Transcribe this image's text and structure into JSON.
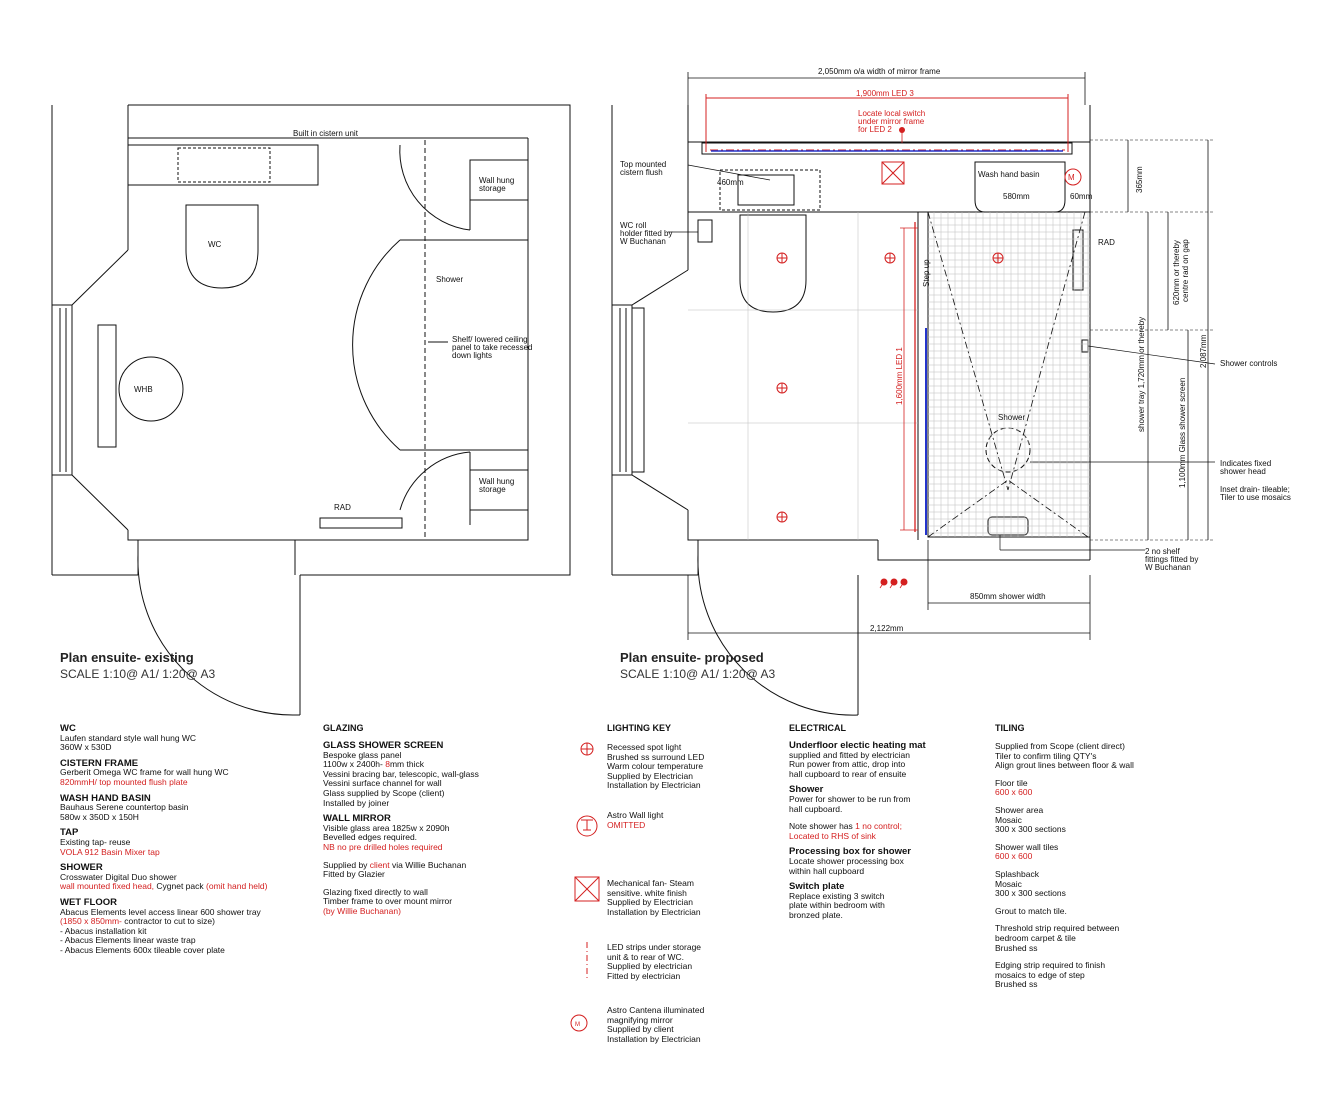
{
  "existing": {
    "title": "Plan ensuite- existing",
    "scale": "SCALE 1:10@ A1/ 1:20@ A3",
    "labels": {
      "cistern": "Built in cistern unit",
      "wc": "WC",
      "whb": "WHB",
      "wall_storage_top_1": "Wall hung",
      "wall_storage_top_2": "storage",
      "shower": "Shower",
      "shelf_1": "Shelf/ lowered ceiling",
      "shelf_2": "panel to take recessed",
      "shelf_3": "down lights",
      "wall_storage_bot_1": "Wall hung",
      "wall_storage_bot_2": "storage",
      "rad": "RAD"
    }
  },
  "proposed": {
    "title": "Plan ensuite- proposed",
    "scale": "SCALE 1:10@ A1/ 1:20@ A3",
    "labels": {
      "mirror_width": "2,050mm o/a width of mirror frame",
      "led3": "1,900mm LED 3",
      "switch_1": "Locate local switch",
      "switch_2": "under mirror frame",
      "switch_3": "for LED 2",
      "cistern_1": "Top mounted",
      "cistern_2": "cistern flush",
      "dim_460": "460mm",
      "wc_roll_1": "WC roll",
      "wc_roll_2": "holder fitted by",
      "wc_roll_3": "W Buchanan",
      "basin": "Wash hand basin",
      "dim_580": "580mm",
      "dim_60": "60mm",
      "rad": "RAD",
      "dim_365": "365mm",
      "dim_620_1": "620mm or thereby",
      "dim_620_2": "centre rad on gap",
      "dim_2087": "2,087mm",
      "dim_tray": "shower tray 1,720mm or thereby",
      "dim_glass": "1,100mm Glass shower screen",
      "led1": "1,600mm LED 1",
      "step_up": "Step up",
      "shower_controls": "Shower controls",
      "shower": "Shower",
      "fixed_head_1": "Indicates fixed",
      "fixed_head_2": "shower head",
      "inset_1": "Inset drain- tileable;",
      "inset_2": "Tiler to use mosaics",
      "shelf_1": "2 no shelf",
      "shelf_2": "fittings fitted by",
      "shelf_3": "W Buchanan",
      "dim_850": "850mm shower width",
      "dim_2122": "2,122mm"
    }
  },
  "specs": {
    "wc": {
      "h1": "WC",
      "l1": "Laufen standard style wall hung WC",
      "l2": "360W x 530D",
      "h2": "CISTERN FRAME",
      "l3": "Gerberit Omega WC frame for wall hung WC",
      "l4r": "820mmH/ top mounted flush plate",
      "h3": "WASH HAND BASIN",
      "l5": "Bauhaus Serene countertop basin",
      "l6": "580w x 350D x 150H",
      "h4": "TAP",
      "l7": "Existing tap- reuse",
      "l8r": "VOLA 912 Basin Mixer tap",
      "h5": "SHOWER",
      "l9": "Crosswater Digital Duo shower",
      "l10r": "wall mounted fixed head,",
      "l10b": " Cygnet pack ",
      "l10c": "(omit hand held)",
      "h6": "WET FLOOR",
      "l11": "Abacus Elements level access linear 600 shower tray",
      "l12r": "(1850 x 850mm-",
      "l12b": " contractor to cut to size)",
      "l13": "- Abacus installation kit",
      "l14": "- Abacus Elements linear waste trap",
      "l15": "- Abacus Elements 600x tileable cover plate"
    },
    "glazing": {
      "h": "GLAZING",
      "h1": "GLASS SHOWER SCREEN",
      "l1": "Bespoke glass panel",
      "l2a": "1100w x 2400h- ",
      "l2r": "8",
      "l2b": "mm thick",
      "l3": "Vessini bracing bar, telescopic, wall-glass",
      "l4": "Vessini surface channel for wall",
      "l5": "Glass supplied by Scope (client)",
      "l6": "Installed by joiner",
      "h2": "WALL MIRROR",
      "l7": "Visible glass area 1825w x 2090h",
      "l8": "Bevelled edges required.",
      "l9r": "NB no pre drilled holes required",
      "l10a": "Supplied by ",
      "l10r": "client",
      "l10b": " via Willie Buchanan",
      "l11": "Fitted by Glazier",
      "l12": "Glazing fixed directly to wall",
      "l13": "Timber frame to over mount mirror",
      "l14r": "(by Willie Buchanan)"
    },
    "lighting": {
      "h": "LIGHTING KEY",
      "a1": "Recessed spot light",
      "a2": "Brushed ss surround LED",
      "a3": "Warm colour temperature",
      "a4": "Supplied by Electrician",
      "a5": "Installation by Electrician",
      "b1": "Astro Wall light",
      "b2r": "OMITTED",
      "c1": "Mechanical fan- Steam",
      "c2": "sensitive. white finish",
      "c3": "Supplied by Electrician",
      "c4": "Installation by Electrician",
      "d1": "LED strips under storage",
      "d2": "unit & to rear of WC.",
      "d3": "Supplied by electrician",
      "d4": "Fitted by electrician",
      "e1": "Astro Cantena illuminated",
      "e2": "magnifying mirror",
      "e3": "Supplied by client",
      "e4": "Installation by Electrician",
      "mirror_mark": "M"
    },
    "electrical": {
      "h": "ELECTRICAL",
      "h1": "Underfloor electic heating mat",
      "l1": "supplied and fitted by electrician",
      "l2": "Run power from attic, drop into",
      "l3": "hall cupboard to rear of ensuite",
      "h2": "Shower",
      "l4": "Power for shower to be run from",
      "l5": "hall cupboard.",
      "l6a": "Note shower has ",
      "l6r": "1 no control;",
      "l7r": "Located to RHS of sink",
      "h3": "Processing box for shower",
      "l8": "Locate shower processing box",
      "l9": "within hall cupboard",
      "h4": "Switch plate",
      "l10": "Replace existing 3 switch",
      "l11": "plate within bedroom with",
      "l12": "bronzed plate."
    },
    "tiling": {
      "h": "TILING",
      "l1": "Supplied from Scope (client direct)",
      "l2": "Tiler to confirm tiling QTY's",
      "l3": "Align grout lines between floor & wall",
      "l4": "Floor tile",
      "l5r": "600 x 600",
      "l6": "Shower area",
      "l7": "Mosaic",
      "l8": "300 x 300 sections",
      "l9": "Shower wall tiles",
      "l10r": "600 x 600",
      "l11": "Splashback",
      "l12": "Mosaic",
      "l13": "300 x 300 sections",
      "l14": "Grout to match tile.",
      "l15": "Threshold strip required between",
      "l16": "bedroom carpet & tile",
      "l17": "Brushed ss",
      "l18": "Edging strip required to finish",
      "l19": "mosaics to edge of step",
      "l20": "Brushed ss"
    }
  },
  "colors": {
    "line": "#111111",
    "red": "#d42020",
    "blue": "#2233cc",
    "grid": "#b8b8b8"
  }
}
